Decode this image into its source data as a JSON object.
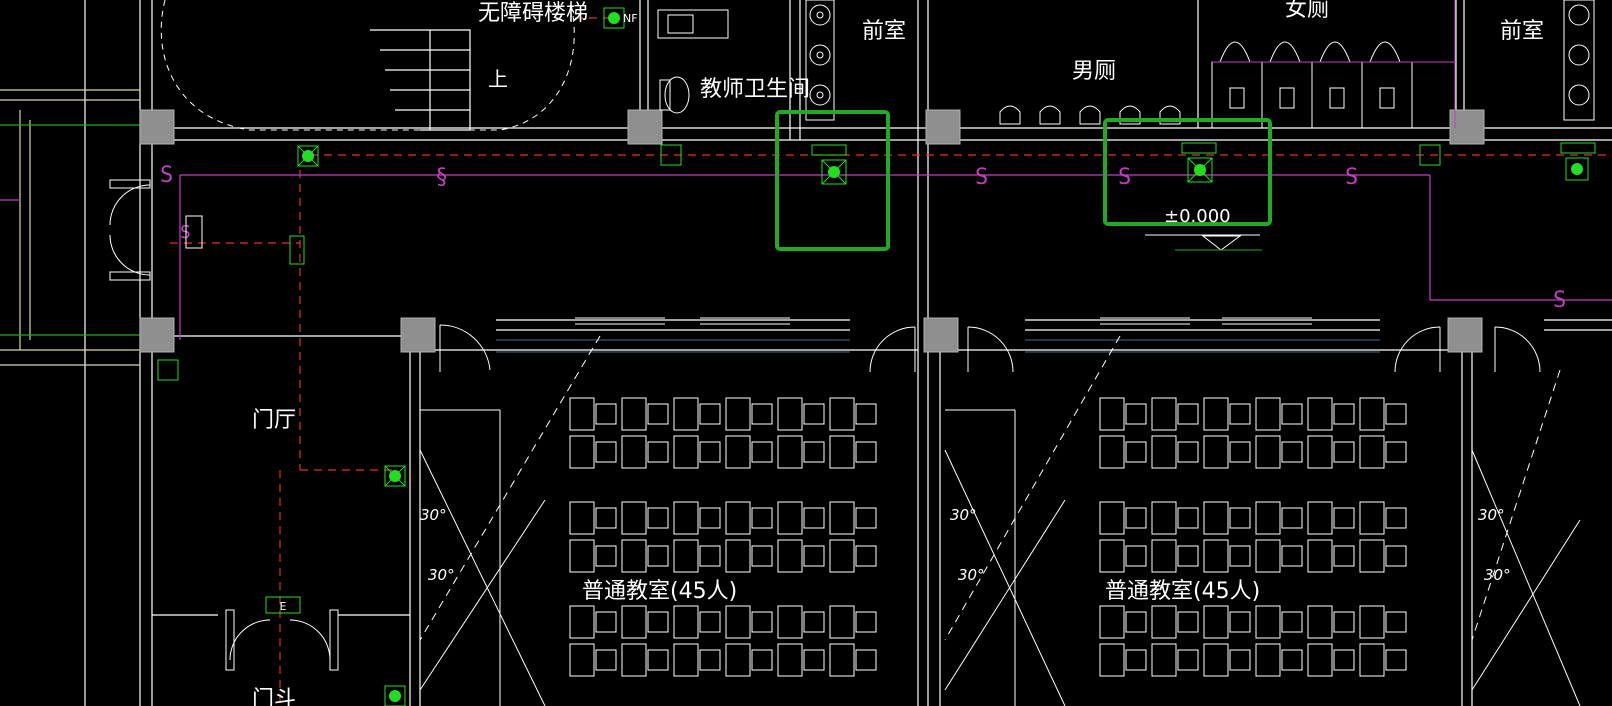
{
  "rooms": {
    "barrier_free_stairs": "无障碍楼梯",
    "teacher_restroom": "教师卫生间",
    "anteroom_left": "前室",
    "mens_room": "男厕",
    "womens_room": "女厕",
    "anteroom_right": "前室",
    "lobby": "门厅",
    "classroom_left": "普通教室(45人)",
    "classroom_right": "普通教室(45人)"
  },
  "labels": {
    "stair_up": "上",
    "nf_tag": "NF",
    "elevation": "±0.000",
    "sprinkler_s": "S",
    "sprinkler_section": "§",
    "exit_tag": "E",
    "angle_30": "30°",
    "bottom_partial": "门斗"
  },
  "highlights": [
    {
      "name": "highlight-box-left"
    },
    {
      "name": "highlight-box-right"
    }
  ],
  "colors": {
    "background": "#000000",
    "wall": "#ffffff",
    "column": "#9a9a9a",
    "fire_line": "#e03030",
    "sprinkler_line": "#c040c0",
    "device_green": "#22dd22",
    "highlight_green": "#22aa22",
    "grid_blue": "#4a6a8a"
  }
}
